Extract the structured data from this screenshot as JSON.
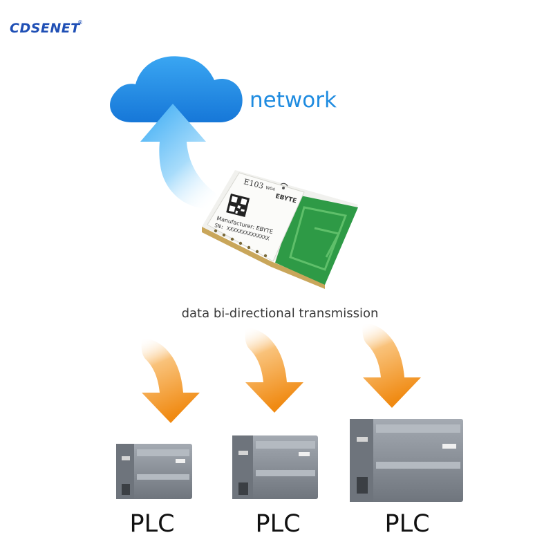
{
  "brand": {
    "name": "CDSENET",
    "registered": "®"
  },
  "cloud": {
    "label": "network",
    "color": "#1e8be0"
  },
  "module": {
    "model": "E103",
    "variant": "W04",
    "manufacturer_brand": "EBYTE",
    "manufacturer_line": "Manufacturer: EBYTE",
    "serial_line": "SN: XXXXXXXXXXXXXX"
  },
  "transmission": {
    "label": "data bi-directional transmission"
  },
  "devices": [
    {
      "label": "PLC"
    },
    {
      "label": "PLC"
    },
    {
      "label": "PLC"
    }
  ],
  "colors": {
    "cloud_blue": "#1f8fe6",
    "arrow_orange": "#f39a1c",
    "module_green": "#2e9a46",
    "plc_body": "#8a9098"
  }
}
